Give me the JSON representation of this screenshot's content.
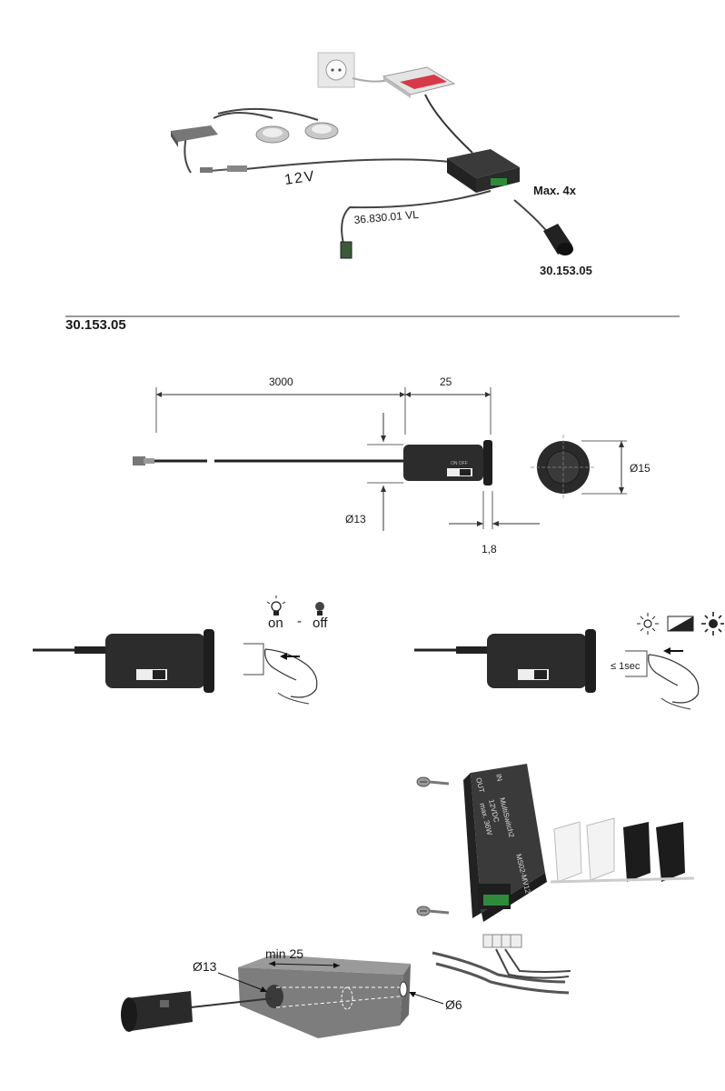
{
  "section_heading": "30.153.05",
  "overview": {
    "voltage_label": "12V",
    "cable_label": "36.830.01  VL",
    "max_label": "Max. 4x",
    "part_label": "30.153.05"
  },
  "dimensions": {
    "cable_length": "3000",
    "body_length": "25",
    "body_diameter": "Ø13",
    "flange_thickness": "1,8",
    "front_diameter": "Ø15",
    "switch_text": "ON OFF"
  },
  "operation": {
    "on_label": "on",
    "separator": "-",
    "off_label": "off",
    "press_duration": "≤ 1sec"
  },
  "installation": {
    "hole_diameter": "Ø13",
    "min_depth": "min 25",
    "cable_hole_diameter": "Ø6",
    "module_lines": [
      "MultiSwitch2",
      "12VDC",
      "max. 36W",
      "MS02-MV12"
    ],
    "port_in": "IN",
    "port_out": "OUT"
  },
  "colors": {
    "device_dark": "#2c2c2c",
    "module_red": "#d63a4a",
    "block_gray": "#8a8a8a",
    "rule_gray": "#9a9a9a"
  },
  "icons": [
    "socket-icon",
    "bulb-on-icon",
    "bulb-off-icon",
    "sun-dim-icon",
    "dimmer-ramp-icon",
    "sun-bright-icon",
    "finger-press-icon",
    "screw-icon",
    "adhesive-pad-icon"
  ]
}
